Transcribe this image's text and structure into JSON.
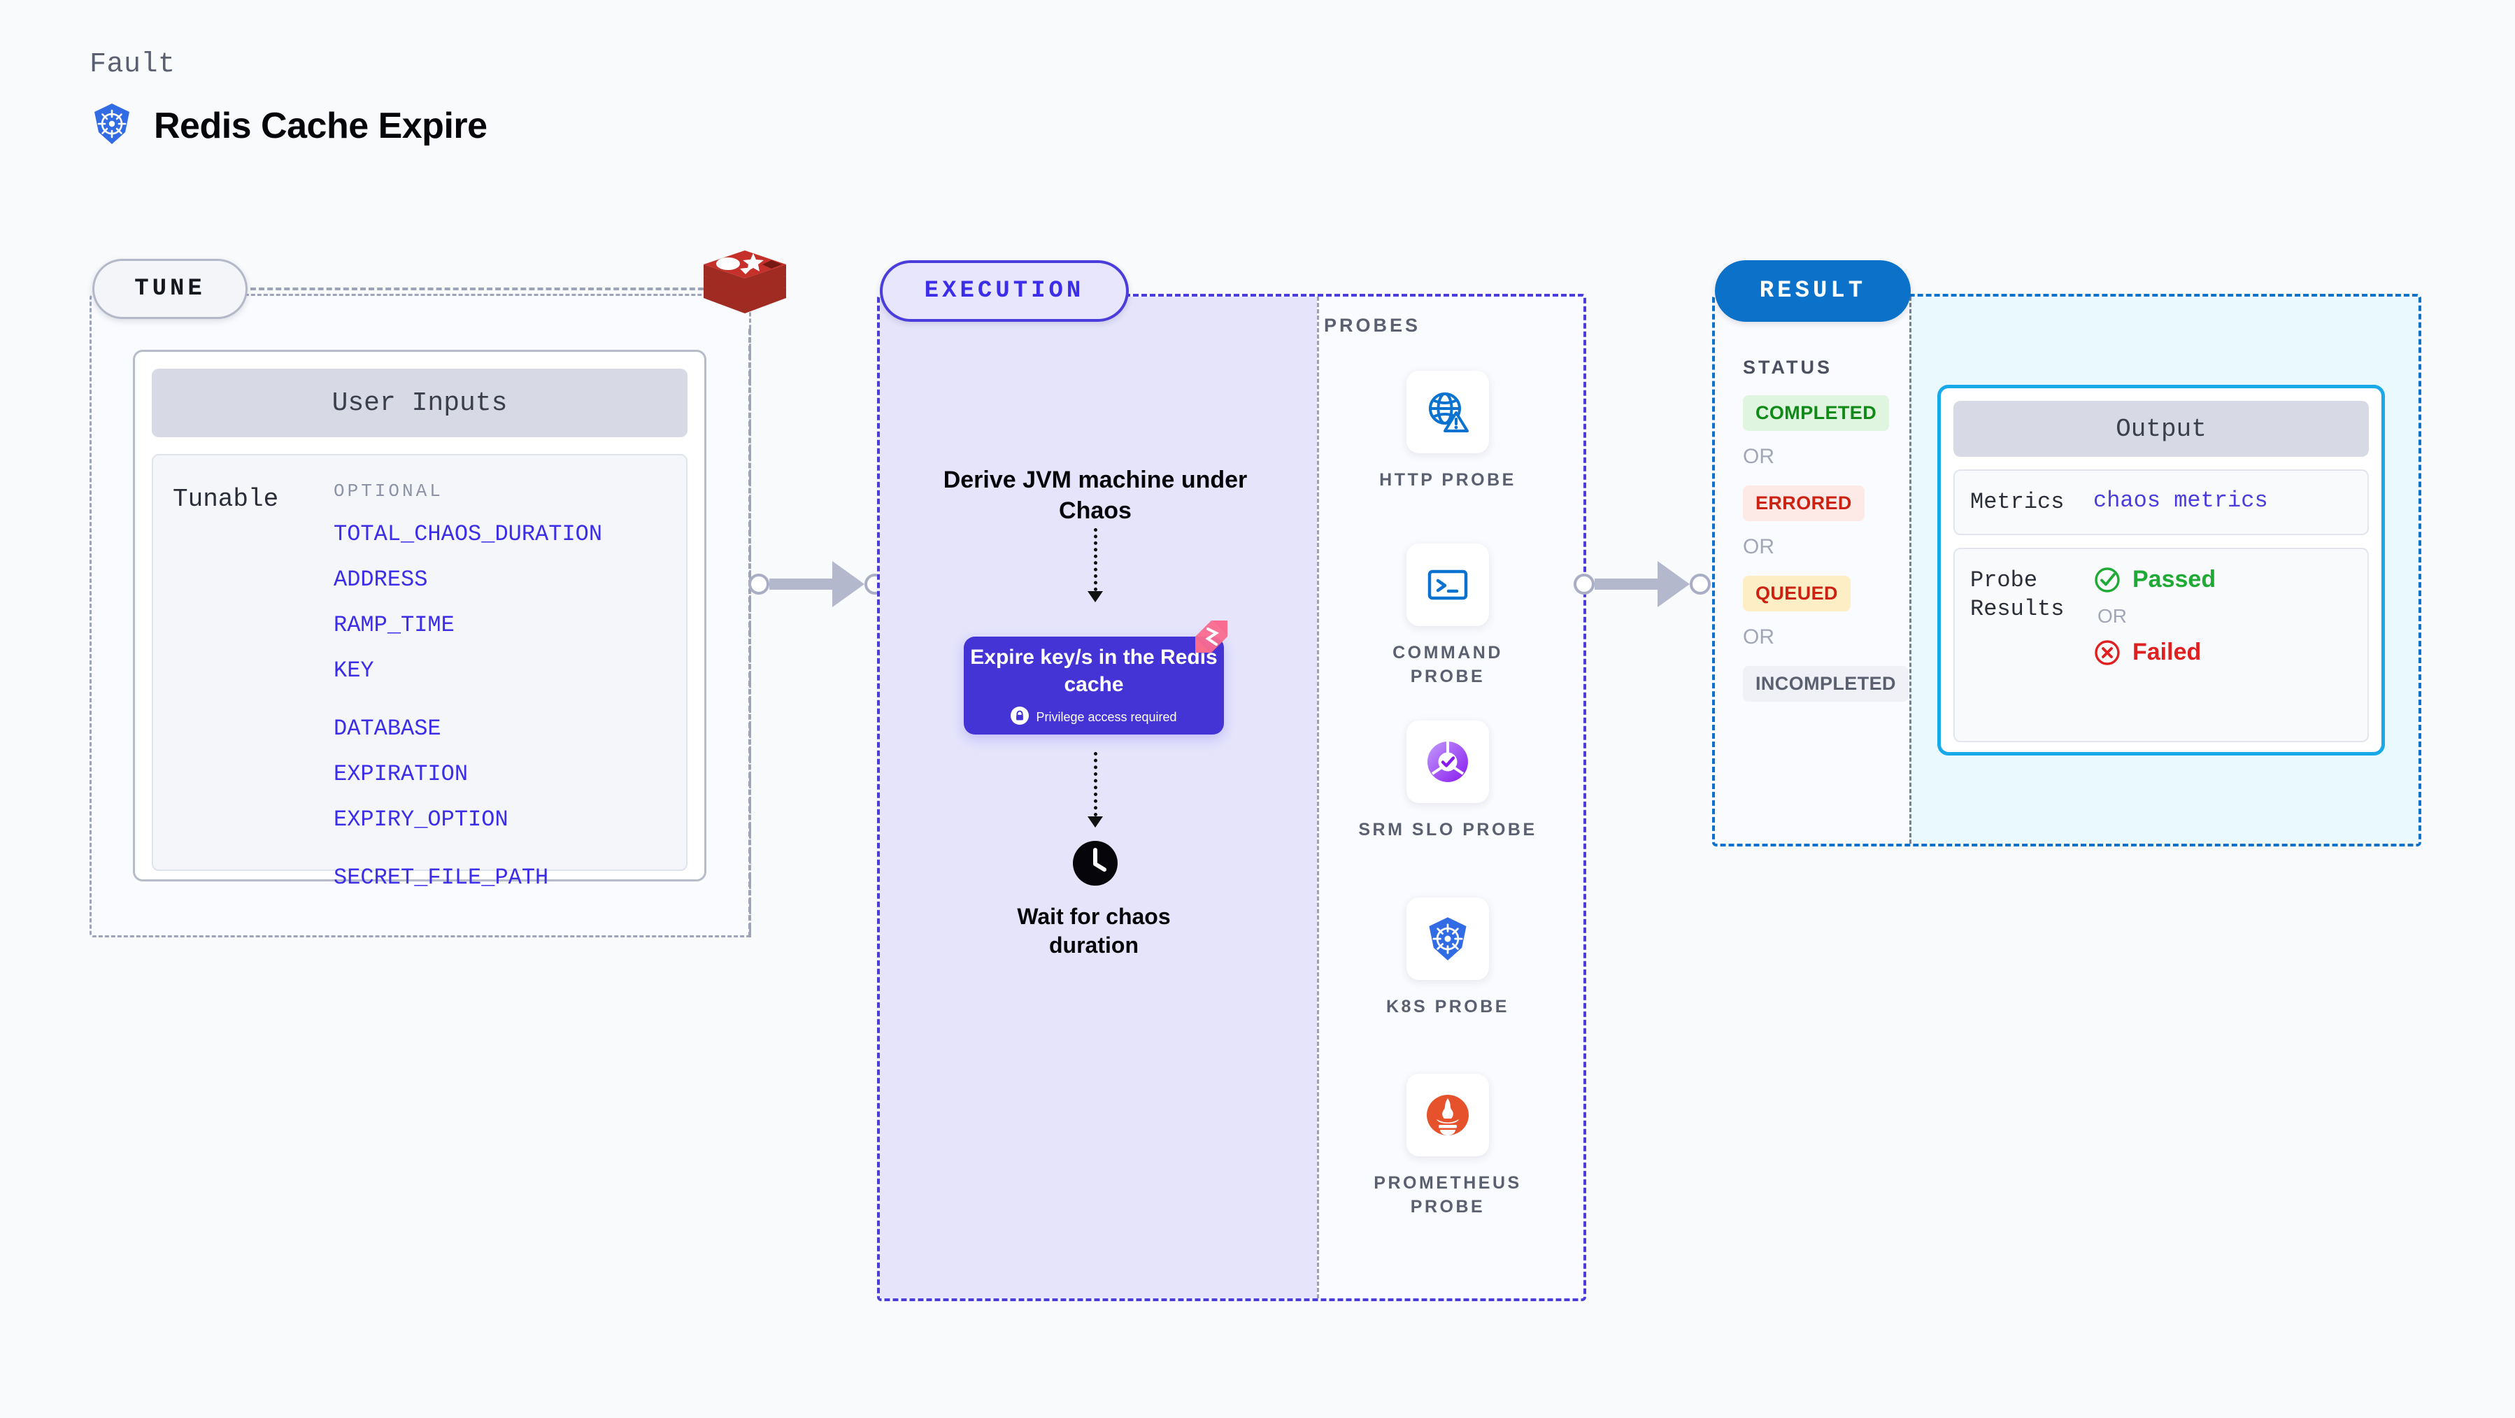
{
  "header": {
    "eyebrow": "Fault",
    "title": "Redis Cache Expire",
    "logo_icon": "kubernetes-icon"
  },
  "tune": {
    "badge": "TUNE",
    "source_icon": "redis-logo",
    "panel": {
      "heading": "User Inputs",
      "row_label": "Tunable",
      "group_title": "OPTIONAL",
      "items": [
        "TOTAL_CHAOS_DURATION",
        "ADDRESS",
        "RAMP_TIME",
        "KEY",
        "DATABASE",
        "EXPIRATION",
        "EXPIRY_OPTION",
        "SECRET_FILE_PATH"
      ]
    }
  },
  "execution": {
    "badge": "EXECUTION",
    "step_1": "Derive JVM machine under Chaos",
    "action_card": {
      "title": "Expire key/s in the Redis cache",
      "privilege_note": "Privilege access required",
      "lock_icon": "lock-icon",
      "corner_icon": "harness-logo-icon"
    },
    "step_2": "Wait for chaos duration",
    "step_2_icon": "clock-icon"
  },
  "probes": {
    "title": "PROBES",
    "items": [
      {
        "label": "HTTP PROBE",
        "icon": "globe-warning-icon"
      },
      {
        "label": "COMMAND PROBE",
        "icon": "terminal-icon"
      },
      {
        "label": "SRM SLO PROBE",
        "icon": "slo-check-icon"
      },
      {
        "label": "K8S PROBE",
        "icon": "kubernetes-icon"
      },
      {
        "label": "PROMETHEUS PROBE",
        "icon": "prometheus-icon"
      }
    ]
  },
  "result": {
    "badge": "RESULT",
    "status_title": "STATUS",
    "or_label": "OR",
    "statuses": [
      {
        "label": "COMPLETED",
        "bg": "#dff5e0",
        "fg": "#0f8a17"
      },
      {
        "label": "ERRORED",
        "bg": "#fde9e6",
        "fg": "#cc2211"
      },
      {
        "label": "QUEUED",
        "bg": "#fdeec6",
        "fg": "#cc2211"
      },
      {
        "label": "INCOMPLETED",
        "bg": "#eff1f6",
        "fg": "#5a6070"
      }
    ],
    "output": {
      "heading": "Output",
      "metrics_label": "Metrics",
      "metrics_value": "chaos metrics",
      "probe_results_label": "Probe Results",
      "passed_label": "Passed",
      "failed_label": "Failed",
      "or_label": "OR",
      "passed_icon": "check-circle-icon",
      "failed_icon": "x-circle-icon"
    }
  },
  "colors": {
    "canvas": "#f8fafc",
    "tune_dash": "#9ea4b8",
    "execution_accent": "#4a3ddb",
    "execution_fill": "#e5e4fb",
    "result_accent": "#0d72cb",
    "result_fill": "#eaf9fe",
    "tunable_link": "#3c2ee8",
    "output_border": "#17a9e8"
  }
}
